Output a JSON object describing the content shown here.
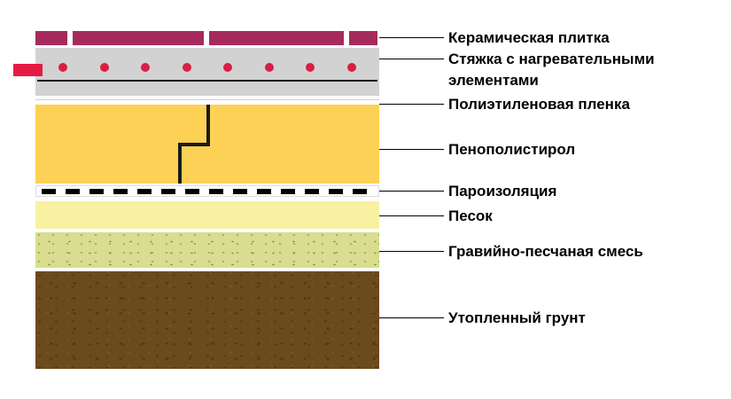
{
  "layers": [
    {
      "label": "Керамическая плитка",
      "color": "#a62a5c"
    },
    {
      "label": "Стяжка с нагревательными элементами",
      "color": "#d2d2d2"
    },
    {
      "label": "Полиэтиленовая пленка",
      "color": "#ffffff"
    },
    {
      "label": "Пенополистирол",
      "color": "#fcd155"
    },
    {
      "label": "Пароизоляция",
      "color": "#ffffff"
    },
    {
      "label": "Песок",
      "color": "#f8f1a2"
    },
    {
      "label": "Гравийно-песчаная смесь",
      "color": "#d8dd90"
    },
    {
      "label": "Утопленный грунт",
      "color": "#6b4a1e"
    }
  ],
  "accents": {
    "heating_element": "#d91f44",
    "power_lead": "#e41b43",
    "screed_line": "#1a1a1a",
    "vapor_dash": "#000000",
    "expansion_joint": "#1a1a1a",
    "leader_line": "#000000",
    "text": "#000000"
  }
}
